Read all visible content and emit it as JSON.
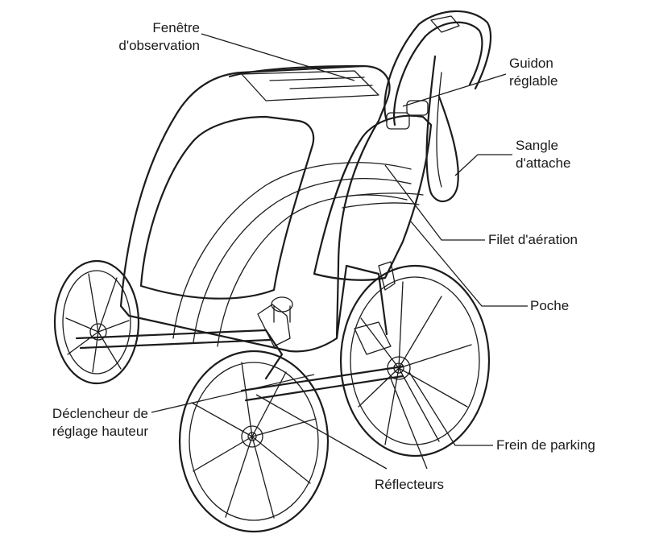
{
  "labels": {
    "fenetre_line1": "Fenêtre",
    "fenetre_line2": "d'observation",
    "guidon_line1": "Guidon",
    "guidon_line2": "réglable",
    "sangle_line1": "Sangle",
    "sangle_line2": "d'attache",
    "filet": "Filet d'aération",
    "poche": "Poche",
    "declencheur_line1": "Déclencheur de",
    "declencheur_line2": "réglage hauteur",
    "frein": "Frein de parking",
    "reflecteurs": "Réflecteurs"
  }
}
